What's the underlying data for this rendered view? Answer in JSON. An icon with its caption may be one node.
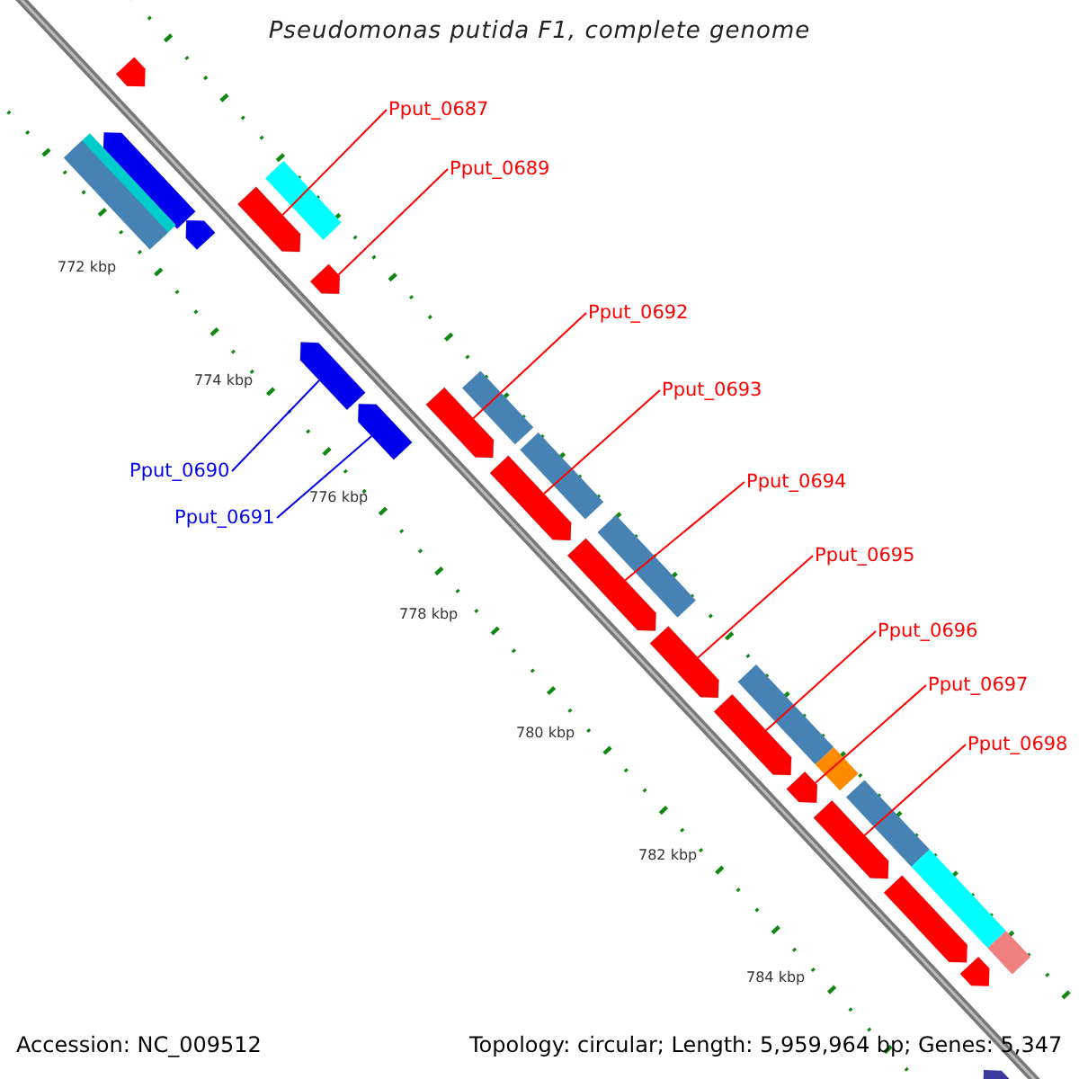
{
  "diagram": {
    "title": "Pseudomonas putida F1, complete genome",
    "nodes": [
      {
        "text": [
          "Pput_0687"
        ]
      },
      {
        "text": [],
        "shape": "arrow"
      },
      {
        "text": [
          "Pput_0689"
        ]
      },
      {
        "text": [],
        "shape": "arrow"
      },
      {
        "text": [
          "Pput_0690"
        ]
      },
      {
        "text": [],
        "shape": "arrow"
      },
      {
        "text": [
          "Pput_0691"
        ]
      },
      {
        "text": [],
        "shape": "arrow"
      },
      {
        "text": [
          "Pput_0692"
        ]
      },
      {
        "text": [],
        "shape": "arrow"
      },
      {
        "text": [
          "Pput_0693"
        ]
      },
      {
        "text": [],
        "shape": "arrow"
      },
      {
        "text": [
          "Pput_0694"
        ]
      },
      {
        "text": [],
        "shape": "arrow"
      },
      {
        "text": [
          "Pput_0695"
        ]
      },
      {
        "text": [],
        "shape": "arrow"
      },
      {
        "text": [
          "Pput_0696"
        ]
      },
      {
        "text": [],
        "shape": "arrow"
      },
      {
        "text": [
          "Pput_0697"
        ]
      },
      {
        "text": [],
        "shape": "arrow"
      },
      {
        "text": [
          "Pput_0698"
        ]
      },
      {
        "text": [],
        "shape": "arrow"
      }
    ],
    "edges": [
      {
        "from": 0,
        "to": 1,
        "arrow": "none"
      },
      {
        "from": 2,
        "to": 3,
        "arrow": "none"
      },
      {
        "from": 4,
        "to": 5,
        "arrow": "none",
        "color": "#0000ee"
      },
      {
        "from": 6,
        "to": 7,
        "arrow": "none",
        "color": "#0000ee"
      },
      {
        "from": 8,
        "to": 9,
        "arrow": "none"
      },
      {
        "from": 10,
        "to": 11,
        "arrow": "none"
      },
      {
        "from": 12,
        "to": 13,
        "arrow": "none"
      },
      {
        "from": 14,
        "to": 15,
        "arrow": "none"
      },
      {
        "from": 16,
        "to": 17,
        "arrow": "none"
      },
      {
        "from": 18,
        "to": 19,
        "arrow": "none"
      },
      {
        "from": 20,
        "to": 21,
        "arrow": "none"
      }
    ],
    "labels": [
      "772 kbp",
      "774 kbp",
      "776 kbp",
      "778 kbp",
      "780 kbp",
      "782 kbp",
      "784 kbp",
      "Accession: NC_009512",
      "Topology: circular; Length: 5,959,964 bp; Genes: 5,347"
    ]
  }
}
